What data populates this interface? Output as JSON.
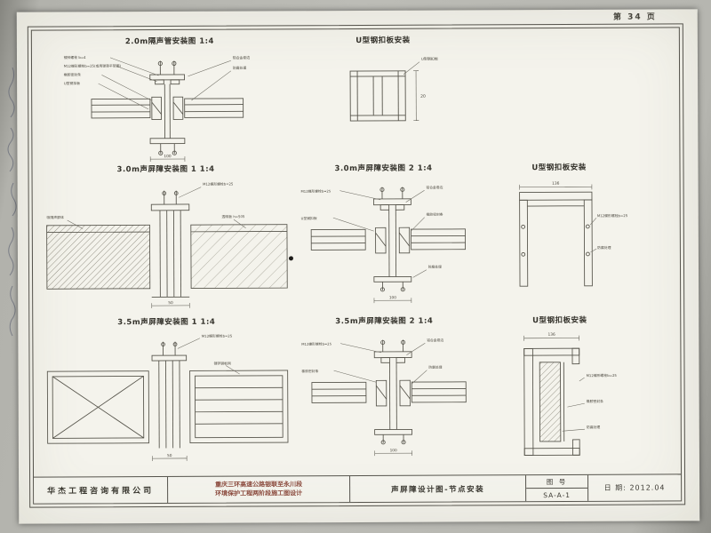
{
  "page": {
    "number": "第 34 页"
  },
  "titles": {
    "d1": "2.0m隔声管安装图 1:4",
    "d2": "U型钢扣板安装",
    "d3": "3.0m声屏障安装图 1 1:4",
    "d4": "3.0m声屏障安装图 2 1:4",
    "d5": "U型钢扣板安装",
    "d6": "3.5m声屏障安装图 1 1:4",
    "d7": "3.5m声屏障安装图 2 1:4",
    "d8": "U型钢扣板安装"
  },
  "ann": {
    "bolt": "镀锌螺栓 b=4",
    "m12": "M12蝶形螺栓b=25",
    "m12_full": "M12蝶形螺栓b=25(或用弹垫平垫圈)",
    "rubber": "橡胶密封条",
    "uclip": "U型钢扣板",
    "alu": "铝合金卷边",
    "anticorr": "防腐处理",
    "clear_panel": "透明板 h=505",
    "absorb": "吸隔声屏体",
    "steel": "镀锌钢板网"
  },
  "dims": {
    "d100": "100",
    "d136": "136",
    "d50": "50",
    "d20": "20"
  },
  "titleblock": {
    "company": "华杰工程咨询有限公司",
    "project_line1": "重庆三环高速公路银联至永川段",
    "project_line2": "环境保护工程两阶段施工图设计",
    "drawing_title": "声屏障设计图-节点安装",
    "fig_label": "图 号",
    "fig_no": "SA-A-1",
    "date": "日 期: 2012.04"
  }
}
